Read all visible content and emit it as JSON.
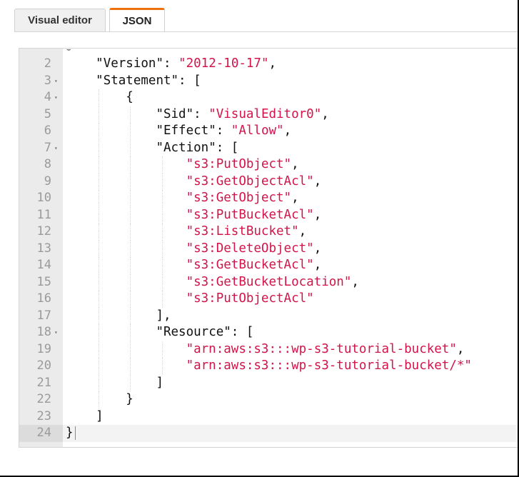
{
  "tabs": [
    {
      "label": "Visual editor",
      "active": false
    },
    {
      "label": "JSON",
      "active": true
    }
  ],
  "colors": {
    "active_tab_accent": "#ec7211",
    "string": "#d2144a",
    "gutter_bg": "#ebebeb",
    "line_number": "#9a9a9a"
  },
  "editor": {
    "current_line": 24,
    "lines": [
      {
        "n": "2",
        "fold": false,
        "indent": 1,
        "parts": [
          {
            "t": "\"Version\": "
          },
          {
            "s": "\"2012-10-17\""
          },
          {
            "t": ","
          }
        ]
      },
      {
        "n": "3",
        "fold": true,
        "indent": 1,
        "parts": [
          {
            "t": "\"Statement\": ["
          }
        ]
      },
      {
        "n": "4",
        "fold": true,
        "indent": 2,
        "parts": [
          {
            "t": "{"
          }
        ]
      },
      {
        "n": "5",
        "fold": false,
        "indent": 3,
        "parts": [
          {
            "t": "\"Sid\": "
          },
          {
            "s": "\"VisualEditor0\""
          },
          {
            "t": ","
          }
        ]
      },
      {
        "n": "6",
        "fold": false,
        "indent": 3,
        "parts": [
          {
            "t": "\"Effect\": "
          },
          {
            "s": "\"Allow\""
          },
          {
            "t": ","
          }
        ]
      },
      {
        "n": "7",
        "fold": true,
        "indent": 3,
        "parts": [
          {
            "t": "\"Action\": ["
          }
        ]
      },
      {
        "n": "8",
        "fold": false,
        "indent": 4,
        "parts": [
          {
            "s": "\"s3:PutObject\""
          },
          {
            "t": ","
          }
        ]
      },
      {
        "n": "9",
        "fold": false,
        "indent": 4,
        "parts": [
          {
            "s": "\"s3:GetObjectAcl\""
          },
          {
            "t": ","
          }
        ]
      },
      {
        "n": "10",
        "fold": false,
        "indent": 4,
        "parts": [
          {
            "s": "\"s3:GetObject\""
          },
          {
            "t": ","
          }
        ]
      },
      {
        "n": "11",
        "fold": false,
        "indent": 4,
        "parts": [
          {
            "s": "\"s3:PutBucketAcl\""
          },
          {
            "t": ","
          }
        ]
      },
      {
        "n": "12",
        "fold": false,
        "indent": 4,
        "parts": [
          {
            "s": "\"s3:ListBucket\""
          },
          {
            "t": ","
          }
        ]
      },
      {
        "n": "13",
        "fold": false,
        "indent": 4,
        "parts": [
          {
            "s": "\"s3:DeleteObject\""
          },
          {
            "t": ","
          }
        ]
      },
      {
        "n": "14",
        "fold": false,
        "indent": 4,
        "parts": [
          {
            "s": "\"s3:GetBucketAcl\""
          },
          {
            "t": ","
          }
        ]
      },
      {
        "n": "15",
        "fold": false,
        "indent": 4,
        "parts": [
          {
            "s": "\"s3:GetBucketLocation\""
          },
          {
            "t": ","
          }
        ]
      },
      {
        "n": "16",
        "fold": false,
        "indent": 4,
        "parts": [
          {
            "s": "\"s3:PutObjectAcl\""
          }
        ]
      },
      {
        "n": "17",
        "fold": false,
        "indent": 3,
        "parts": [
          {
            "t": "],"
          }
        ]
      },
      {
        "n": "18",
        "fold": true,
        "indent": 3,
        "parts": [
          {
            "t": "\"Resource\": ["
          }
        ]
      },
      {
        "n": "19",
        "fold": false,
        "indent": 4,
        "parts": [
          {
            "s": "\"arn:aws:s3:::wp-s3-tutorial-bucket\""
          },
          {
            "t": ","
          }
        ]
      },
      {
        "n": "20",
        "fold": false,
        "indent": 4,
        "parts": [
          {
            "s": "\"arn:aws:s3:::wp-s3-tutorial-bucket/*\""
          }
        ]
      },
      {
        "n": "21",
        "fold": false,
        "indent": 3,
        "parts": [
          {
            "t": "]"
          }
        ]
      },
      {
        "n": "22",
        "fold": false,
        "indent": 2,
        "parts": [
          {
            "t": "}"
          }
        ]
      },
      {
        "n": "23",
        "fold": false,
        "indent": 1,
        "parts": [
          {
            "t": "]"
          }
        ]
      },
      {
        "n": "24",
        "fold": false,
        "indent": 0,
        "parts": [
          {
            "t": "}"
          }
        ]
      }
    ]
  }
}
